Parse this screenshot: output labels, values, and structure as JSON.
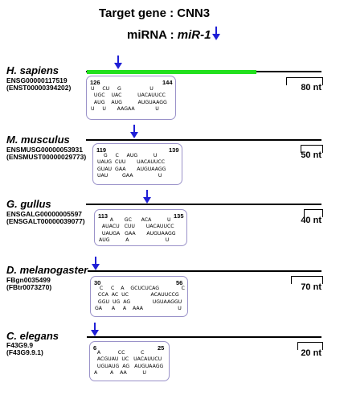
{
  "header": {
    "target_label": "Target gene : CNN3",
    "mirna_prefix": "miRNA : ",
    "mirna_name": "miR-1"
  },
  "colors": {
    "arrow": "#1f1fd6",
    "utr_highlight": "#22e01e",
    "box_border": "#9a92c9"
  },
  "species": [
    {
      "name": "H. sapiens",
      "gene_id": "ENSG00000117519",
      "transcript_id": "(ENST00000394202)",
      "scale_label": "80 nt",
      "site_start": "126",
      "site_end": "144",
      "duplex": [
        "U     CU     G                  U",
        "  UGC    UAC          UACAUUCC",
        "  AUG    AUG          AUGUAAGG",
        "U     U       AAGAA             U"
      ]
    },
    {
      "name": "M. musculus",
      "gene_id": "ENSMUSG00000053931",
      "transcript_id": "(ENSMUST00000029773)",
      "scale_label": "50 nt",
      "site_start": "119",
      "site_end": "139",
      "duplex": [
        "    G     C     AUG          U",
        "UAUG  CUU       UACAUUCC",
        "GUAU  GAA       AUGUAAGG",
        "UAU         GAA                U"
      ]
    },
    {
      "name": "G. gullus",
      "gene_id": "ENSGALG00000005597",
      "transcript_id": "(ENSGALT00000039077)",
      "scale_label": "40 nt",
      "site_start": "113",
      "site_end": "135",
      "duplex": [
        "       A       GC      ACA          U",
        "  AUACU   CUU       UACAUUCC",
        "  UAUGA   GAA       AUGUAAGG",
        "AUG          A                       U"
      ]
    },
    {
      "name": "D. melanogaster",
      "gene_id": "FBgn0035499",
      "transcript_id": "(FBtr0073270)",
      "scale_label": "70 nt",
      "site_start": "30",
      "site_end": "56",
      "duplex": [
        "   C     C    A    GCUCUCAG              C",
        "  CCA  AC  UC              ACAUUCCG",
        "  GGU  UG  AG              UGUAAGGU",
        "GA      A     A    AAA                      U"
      ]
    },
    {
      "name": "C. elegans",
      "gene_id": "F43G9.9",
      "transcript_id": "(F43G9.9.1)",
      "scale_label": "20 nt",
      "site_start": "6",
      "site_end": "25",
      "duplex": [
        "  A           CC          C",
        "  ACGUAU  UC   UACAUUCU",
        "  UGUAUG  AG   AUGUAAGG",
        "A        A    AA          U"
      ]
    }
  ]
}
